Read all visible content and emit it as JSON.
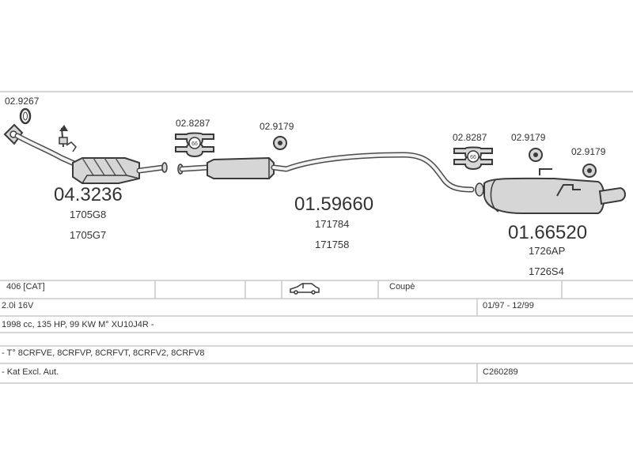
{
  "parts": {
    "gasket_left": "02.9267",
    "catalyst": "04.3236",
    "catalyst_ref1": "1705G8",
    "catalyst_ref2": "1705G7",
    "clamp_mid": "02.8287",
    "hanger_mid": "02.9179",
    "middle_silencer": "01.59660",
    "middle_ref1": "171784",
    "middle_ref2": "171758",
    "clamp_rear": "02.8287",
    "hanger_rear1": "02.9179",
    "hanger_rear2": "02.9179",
    "rear_silencer": "01.66520",
    "rear_ref1": "1726AP",
    "rear_ref2": "1726S4",
    "clamp_size": "66"
  },
  "table": {
    "model": "406  [CAT]",
    "body": "Coupè",
    "engine": "2.0i  16V",
    "period": "01/97  -  12/99",
    "spec": "1998 cc, 135 HP, 99 KW M° XU10J4R -",
    "types": "- T° 8CRFVE, 8CRFVP, 8CRFVT, 8CRFV2, 8CRFV8",
    "note": "- Kat Excl. Aut.",
    "code": "C260289"
  },
  "icons": {
    "car": "car-coupe-icon"
  },
  "colors": {
    "line": "#c8c8c8",
    "part_fill": "#d6d6d6",
    "part_stroke": "#3a3a3a"
  }
}
